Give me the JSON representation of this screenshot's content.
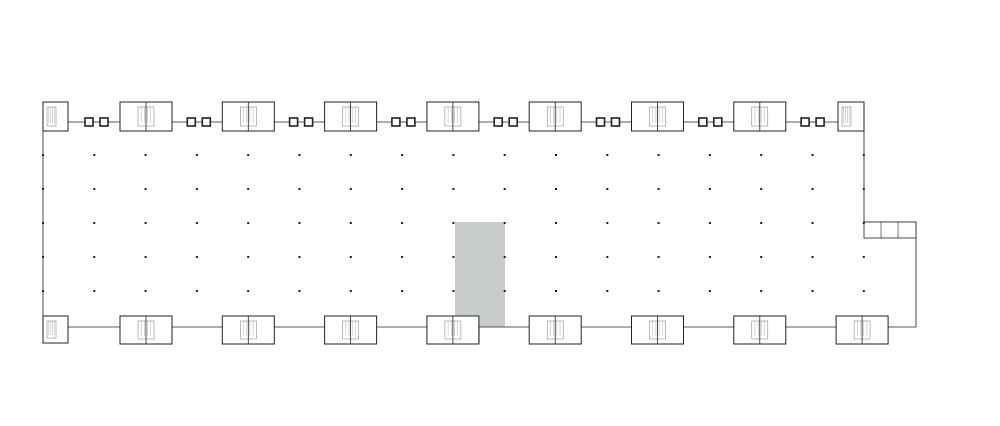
{
  "plan": {
    "line_color": "#222222",
    "highlight_color": "#c8cccd",
    "top_full_cores": 7,
    "bottom_full_cores": 8,
    "column_rows": 5
  }
}
